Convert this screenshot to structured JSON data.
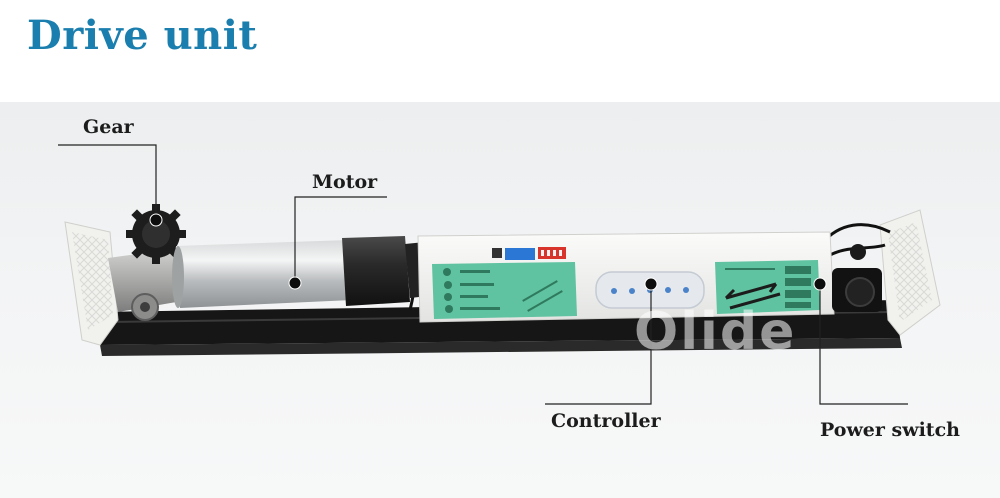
{
  "title": "Drive unit",
  "title_color": "#1a7fae",
  "labels": {
    "gear": "Gear",
    "motor": "Motor",
    "controller": "Controller",
    "power_switch": "Power switch"
  },
  "watermark": "Olide",
  "colors": {
    "panel_green": "#5fc2a0",
    "rail_black": "#161616",
    "housing_white": "#f6f6f4",
    "dip_switch_blue": "#2b77d6",
    "dip_switch_red": "#d9342b"
  }
}
